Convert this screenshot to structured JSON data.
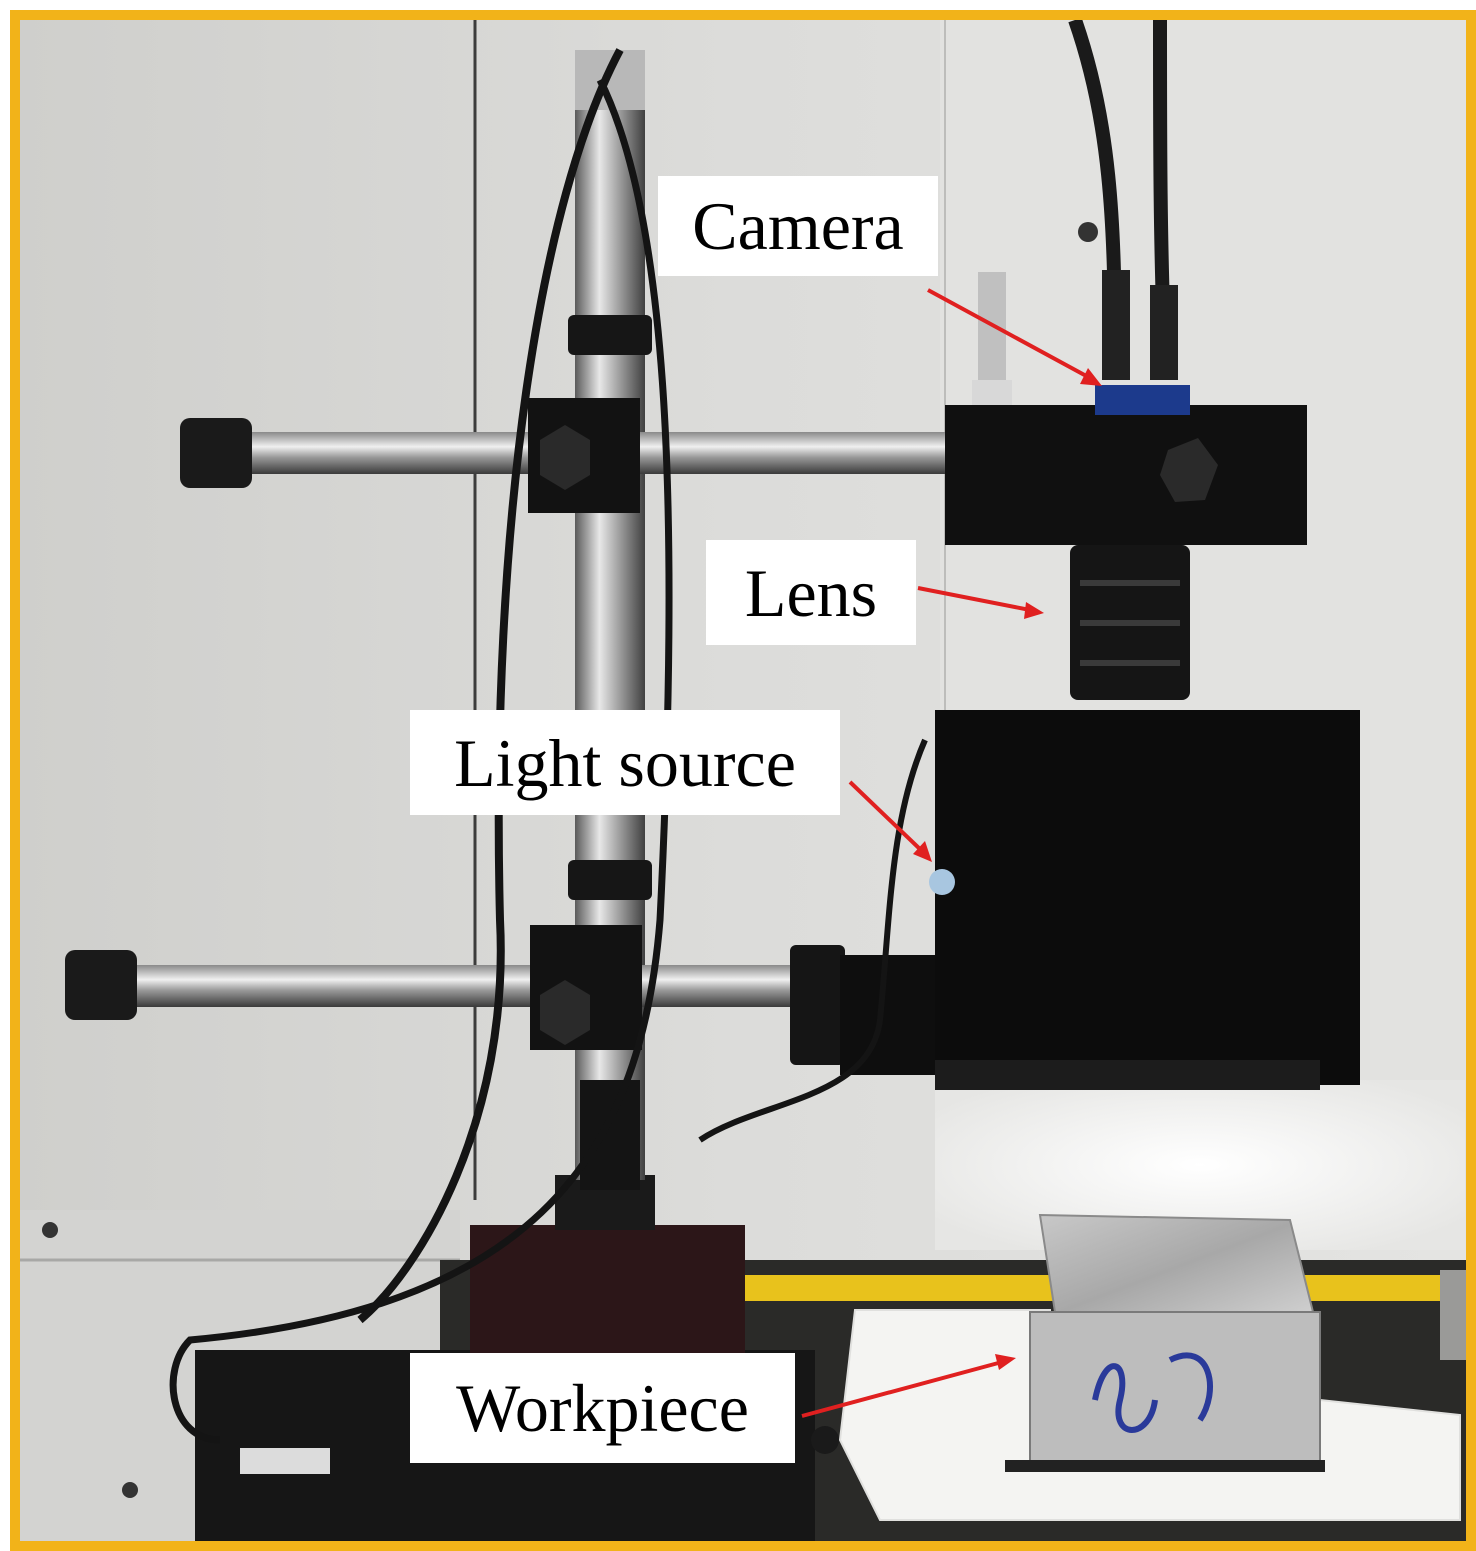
{
  "figure": {
    "labels": {
      "camera": "Camera",
      "lens": "Lens",
      "light_source": "Light source",
      "workpiece": "Workpiece"
    },
    "colors": {
      "frame": "#f2b319",
      "arrow": "#e02020",
      "label_bg": "#ffffff"
    }
  }
}
